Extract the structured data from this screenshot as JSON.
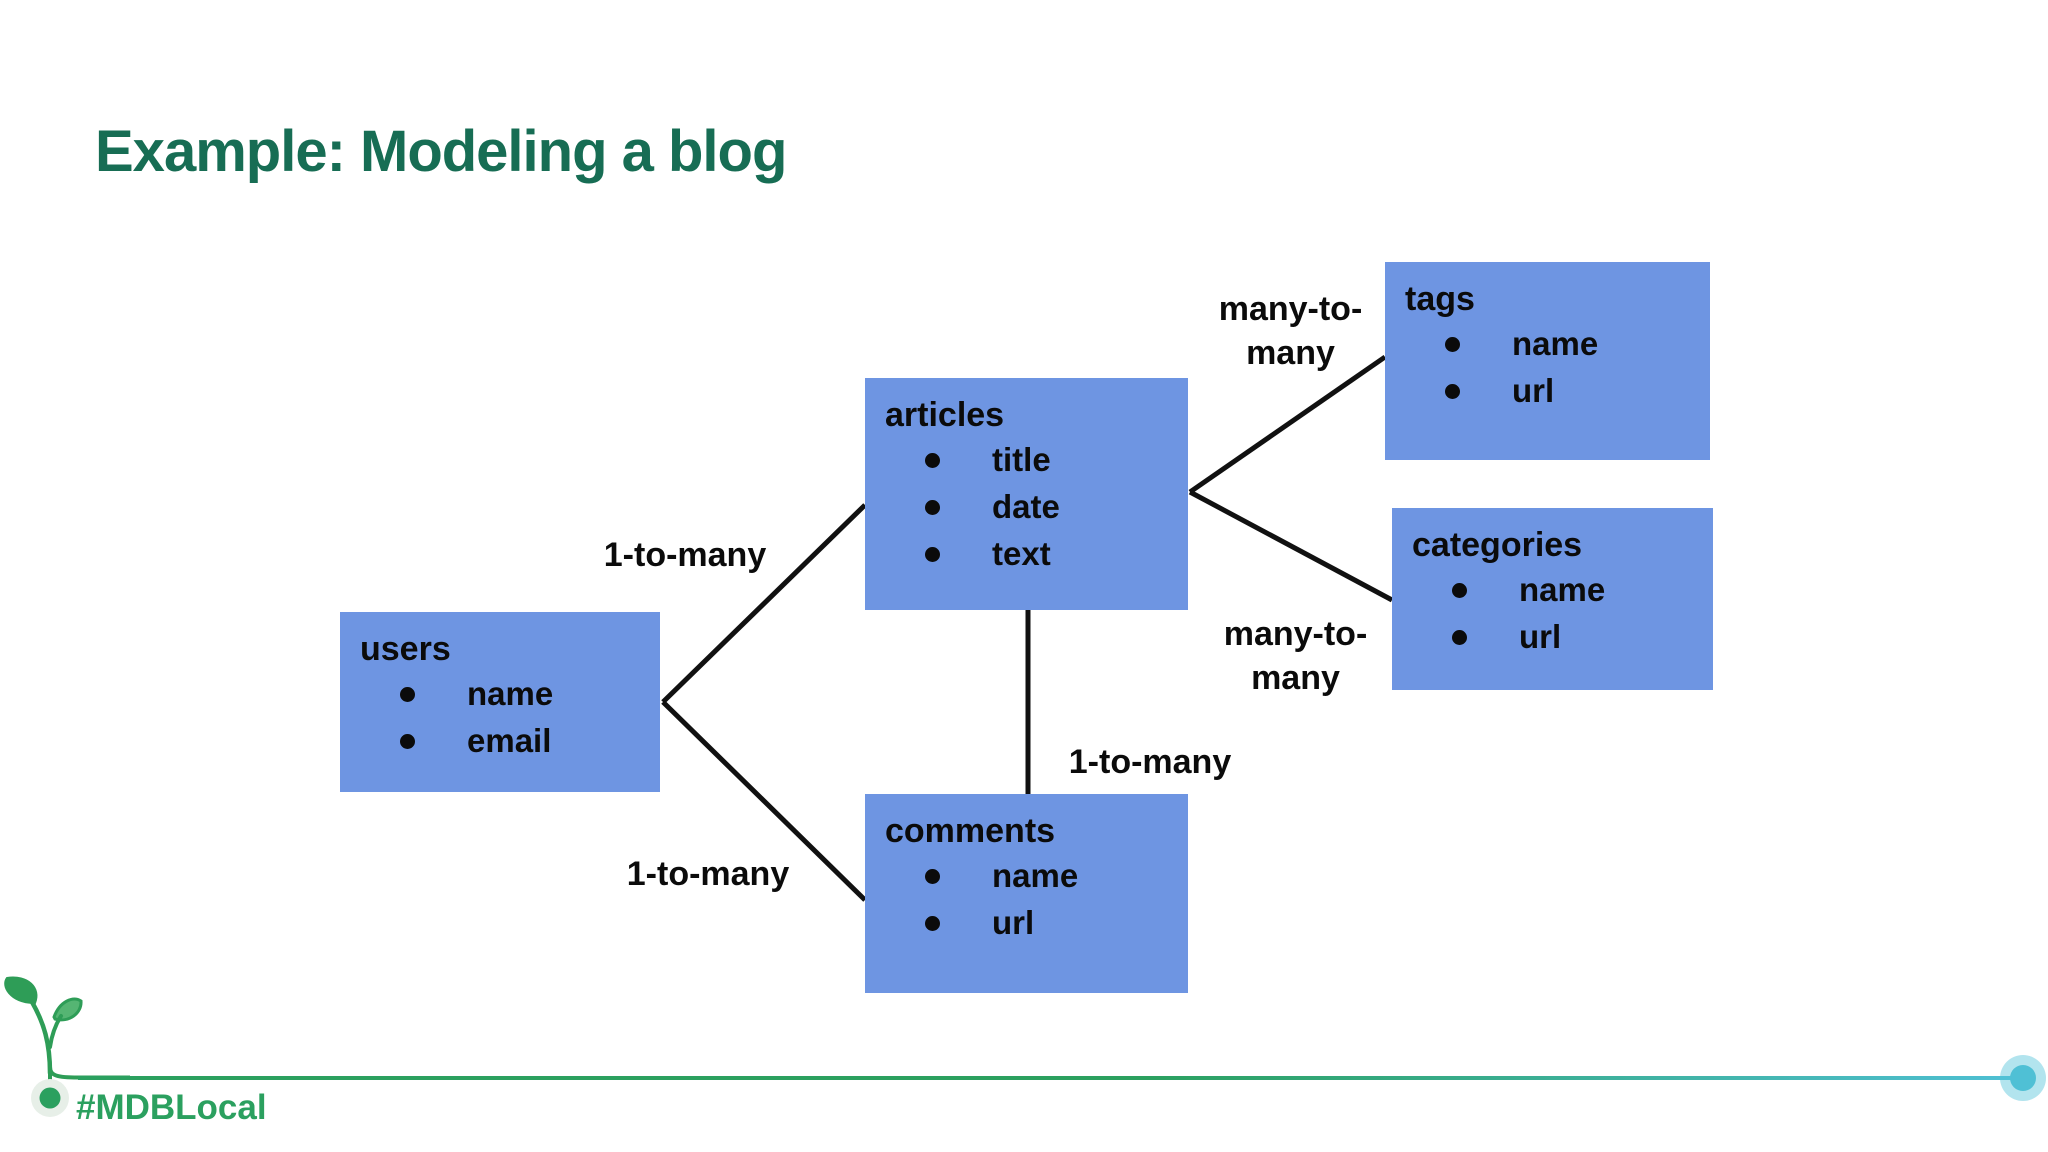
{
  "slide": {
    "title": "Example: Modeling a blog",
    "hashtag": "#MDBLocal"
  },
  "colors": {
    "title_green": "#176d54",
    "entity_blue": "#6e95e2",
    "connector_black": "#111111",
    "brand_green": "#2ba05f",
    "timeline_teal": "#4fc0d5"
  },
  "entities": [
    {
      "id": "users",
      "title": "users",
      "fields": [
        "name",
        "email"
      ]
    },
    {
      "id": "articles",
      "title": "articles",
      "fields": [
        "title",
        "date",
        "text"
      ]
    },
    {
      "id": "tags",
      "title": "tags",
      "fields": [
        "name",
        "url"
      ]
    },
    {
      "id": "categories",
      "title": "categories",
      "fields": [
        "name",
        "url"
      ]
    },
    {
      "id": "comments",
      "title": "comments",
      "fields": [
        "name",
        "url"
      ]
    }
  ],
  "relationships": [
    {
      "from": "users",
      "to": "articles",
      "label": "1-to-many"
    },
    {
      "from": "users",
      "to": "comments",
      "label": "1-to-many"
    },
    {
      "from": "articles",
      "to": "comments",
      "label": "1-to-many"
    },
    {
      "from": "articles",
      "to": "tags",
      "label": "many-to-many"
    },
    {
      "from": "articles",
      "to": "categories",
      "label": "many-to-many"
    }
  ]
}
